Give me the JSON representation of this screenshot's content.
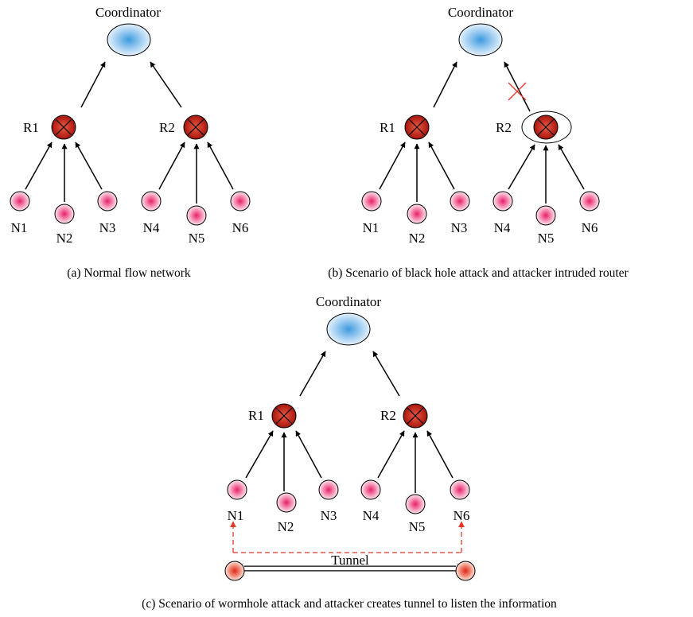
{
  "panel_a": {
    "coordinator": "Coordinator",
    "routers": [
      "R1",
      "R2"
    ],
    "nodes": [
      "N1",
      "N2",
      "N3",
      "N4",
      "N5",
      "N6"
    ],
    "caption": "(a) Normal flow network"
  },
  "panel_b": {
    "coordinator": "Coordinator",
    "routers": [
      "R1",
      "R2"
    ],
    "nodes": [
      "N1",
      "N2",
      "N3",
      "N4",
      "N5",
      "N6"
    ],
    "caption": "(b) Scenario of black hole attack and attacker intruded router"
  },
  "panel_c": {
    "coordinator": "Coordinator",
    "routers": [
      "R1",
      "R2"
    ],
    "nodes": [
      "N1",
      "N2",
      "N3",
      "N4",
      "N5",
      "N6"
    ],
    "tunnel_label": "Tunnel",
    "caption": "(c) Scenario of wormhole attack and attacker creates tunnel to listen the information"
  },
  "colors": {
    "coordinator": "#5aa8e0",
    "router": "#b5231b",
    "node": "#e8407a",
    "attacker": "#e2382b",
    "link": "#000000",
    "attack_mark": "#e2382b"
  }
}
